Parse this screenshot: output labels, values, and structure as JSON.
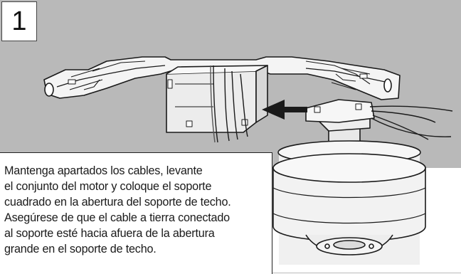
{
  "step": {
    "number": "1"
  },
  "caption": {
    "lines": [
      "Mantenga apartados los cables, levante",
      "el conjunto del motor y coloque el soporte",
      "cuadrado en la abertura del soporte de techo.",
      "Asegúrese de que el cable a tierra conectado",
      "al soporte esté hacia afuera de la abertura",
      "grande en el soporte de techo."
    ]
  },
  "illustration": {
    "background_color": "#b9b9b9",
    "arrow_direction": "left",
    "parts": [
      "ceiling-bracket",
      "square-mounting-bracket",
      "lead-wires",
      "motor-assembly"
    ]
  }
}
